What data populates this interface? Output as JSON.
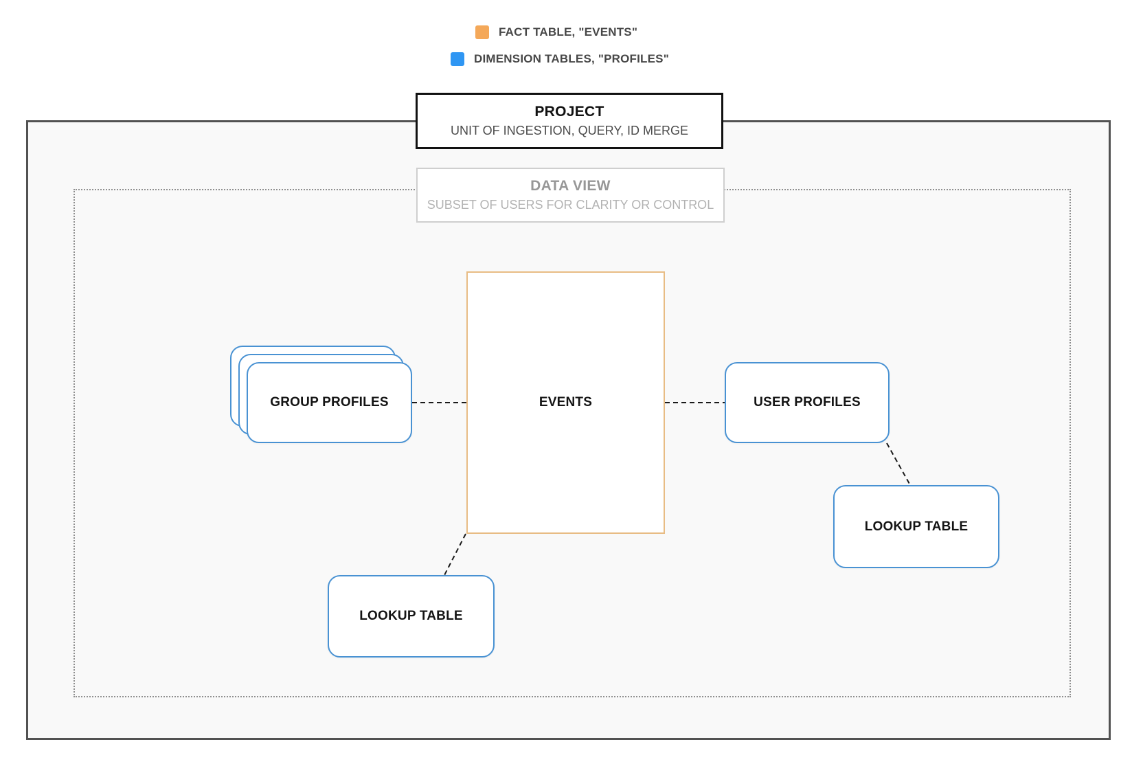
{
  "legend": {
    "items": [
      {
        "color": "#F4A859",
        "label": "FACT TABLE, \"EVENTS\""
      },
      {
        "color": "#2F96F3",
        "label": "DIMENSION TABLES, \"PROFILES\""
      }
    ]
  },
  "project_box": {
    "title": "PROJECT",
    "subtitle": "UNIT OF INGESTION, QUERY, ID MERGE"
  },
  "data_view_box": {
    "title": "DATA VIEW",
    "subtitle": "SUBSET OF USERS FOR CLARITY OR CONTROL"
  },
  "nodes": {
    "events": {
      "label": "EVENTS",
      "type": "fact",
      "border_color": "#E8BC84"
    },
    "group_profiles": {
      "label": "GROUP PROFILES",
      "type": "dimension",
      "stacked": true,
      "border_color": "#4992D3"
    },
    "user_profiles": {
      "label": "USER PROFILES",
      "type": "dimension",
      "border_color": "#4992D3"
    },
    "lookup_table_left": {
      "label": "LOOKUP TABLE",
      "type": "dimension",
      "border_color": "#4992D3"
    },
    "lookup_table_right": {
      "label": "LOOKUP TABLE",
      "type": "dimension",
      "border_color": "#4992D3"
    }
  },
  "connections": [
    "group_profiles - events",
    "events - user_profiles",
    "user_profiles - lookup_table_right",
    "events - lookup_table_left"
  ]
}
